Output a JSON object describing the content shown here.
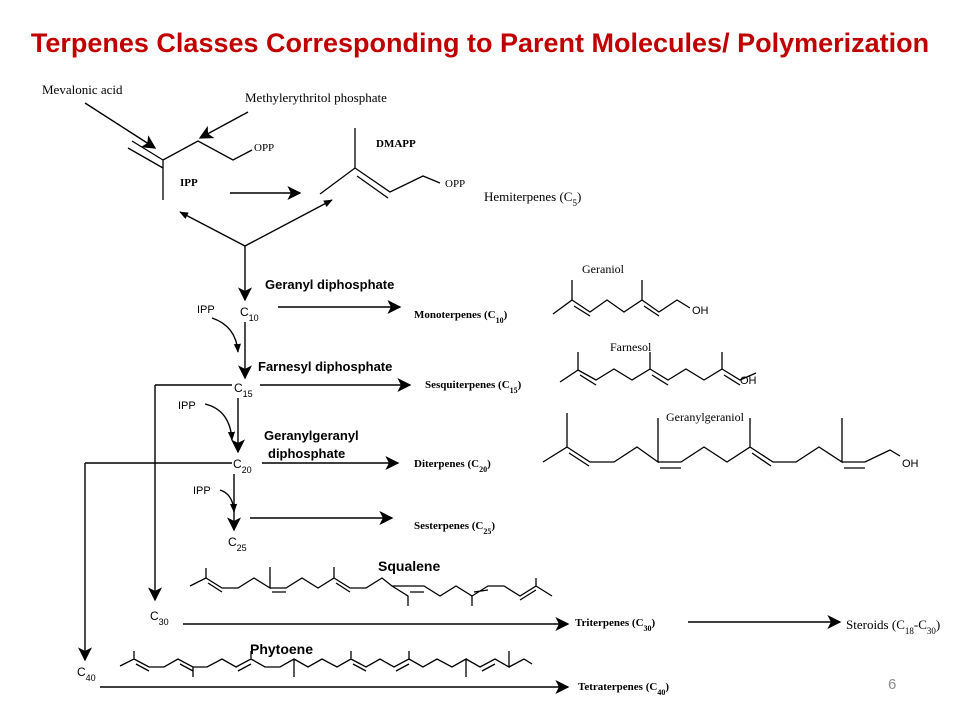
{
  "title": "Terpenes Classes Corresponding to Parent Molecules/ Polymerization",
  "page_number": "6",
  "sources": {
    "mevalonic_acid": "Mevalonic acid",
    "methylerythritol_phosphate": "Methylerythritol phosphate"
  },
  "molecules": {
    "ipp": "IPP",
    "dmapp": "DMAPP",
    "opp": "OPP",
    "oh": "OH",
    "geraniol": "Geraniol",
    "farnesol": "Farnesol",
    "geranylgeraniol": "Geranylgeraniol",
    "squalene": "Squalene",
    "phytoene": "Phytoene"
  },
  "intermediates": {
    "geranyl_dp": "Geranyl diphosphate",
    "farnesyl_dp": "Farnesyl diphosphate",
    "geranylgeranyl_dp_1": "Geranylgeranyl",
    "geranylgeranyl_dp_2": "diphosphate"
  },
  "carbons": {
    "c10": [
      "C",
      "10"
    ],
    "c15": [
      "C",
      "15"
    ],
    "c20": [
      "C",
      "20"
    ],
    "c25": [
      "C",
      "25"
    ],
    "c30": [
      "C",
      "30"
    ],
    "c40": [
      "C",
      "40"
    ]
  },
  "classes": {
    "hemiterpenes": [
      "Hemiterpenes (C",
      "5",
      ")"
    ],
    "monoterpenes": [
      "Monoterpenes (C",
      "10",
      ")"
    ],
    "sesquiterpenes": [
      "Sesquiterpenes (C",
      "15",
      ")"
    ],
    "diterpenes": [
      "Diterpenes (C",
      "20",
      ")"
    ],
    "sesterpenes": [
      "Sesterpenes (C",
      "25",
      ")"
    ],
    "triterpenes": [
      "Triterpenes (C",
      "30",
      ")"
    ],
    "tetraterpenes": [
      "Tetraterpenes (C",
      "40",
      ")"
    ],
    "steroids": [
      "Steroids (C",
      "18",
      "-C",
      "30",
      ")"
    ]
  }
}
